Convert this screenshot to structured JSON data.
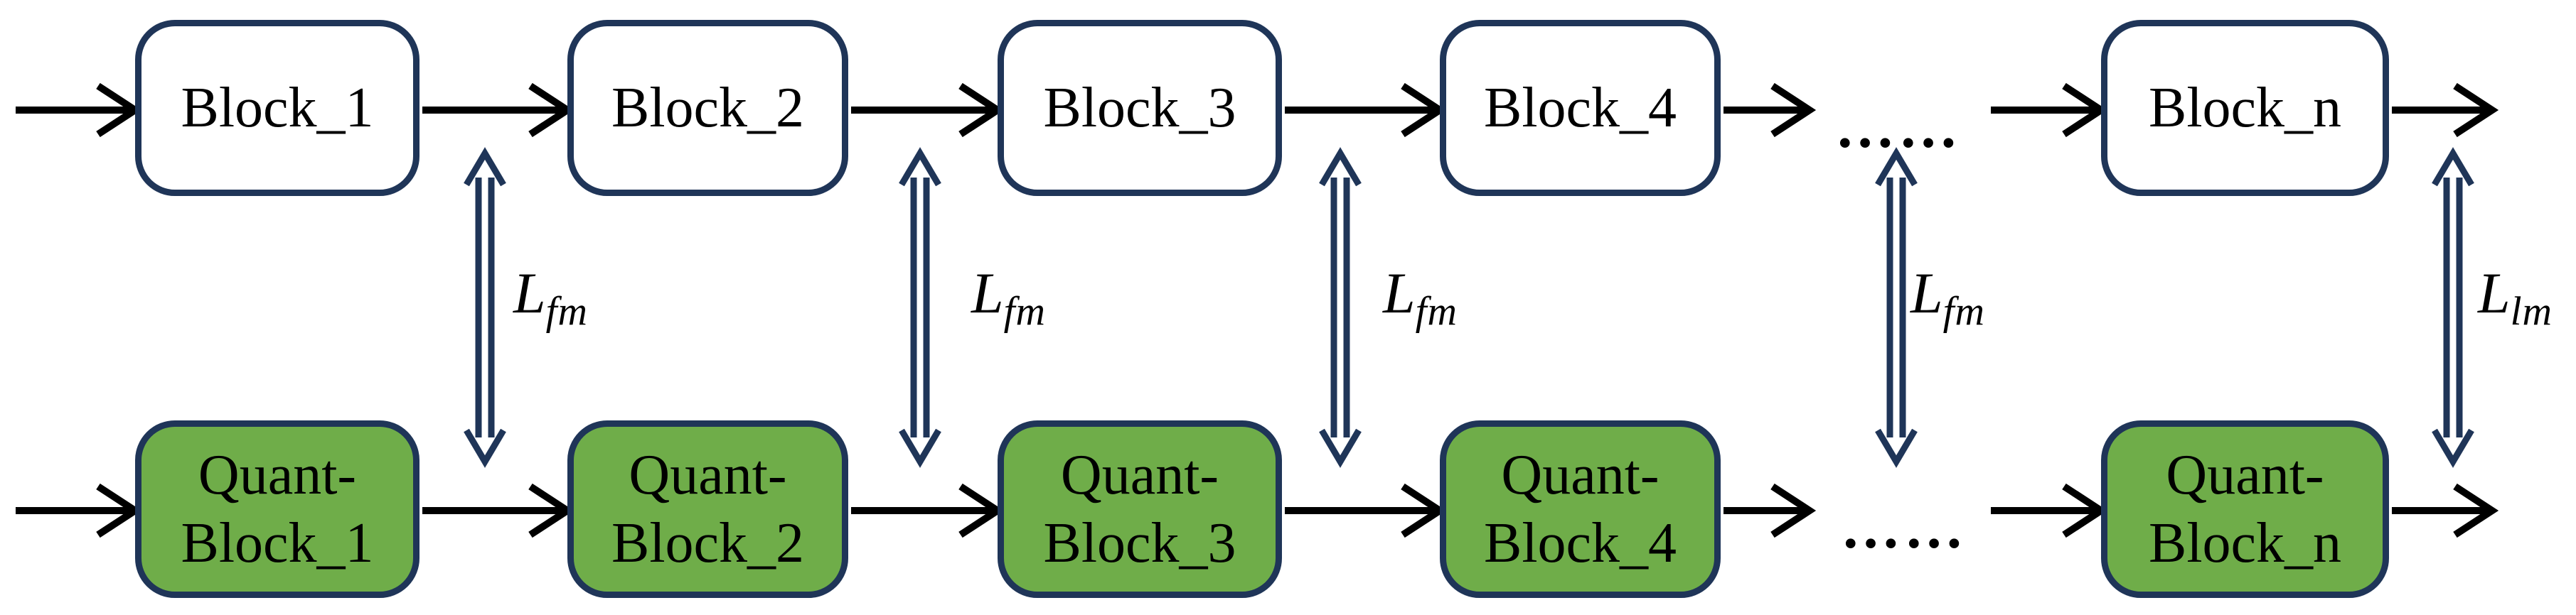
{
  "colors": {
    "navy": "#1f3558",
    "green": "#6fad49",
    "ink": "#000000",
    "bg": "#ffffff"
  },
  "diagram": {
    "top_blocks": [
      {
        "label": "Block_1"
      },
      {
        "label": "Block_2"
      },
      {
        "label": "Block_3"
      },
      {
        "label": "Block_4"
      },
      {
        "label": "Block_n"
      }
    ],
    "bottom_blocks": [
      {
        "line1": "Quant-",
        "line2": "Block_1"
      },
      {
        "line1": "Quant-",
        "line2": "Block_2"
      },
      {
        "line1": "Quant-",
        "line2": "Block_3"
      },
      {
        "line1": "Quant-",
        "line2": "Block_4"
      },
      {
        "line1": "Quant-",
        "line2": "Block_n"
      }
    ],
    "ellipsis_top": "……",
    "ellipsis_bottom": "……",
    "loss_labels": [
      {
        "base": "L",
        "sub": "fm"
      },
      {
        "base": "L",
        "sub": "fm"
      },
      {
        "base": "L",
        "sub": "fm"
      },
      {
        "base": "L",
        "sub": "fm"
      },
      {
        "base": "L",
        "sub": "lm"
      }
    ]
  }
}
